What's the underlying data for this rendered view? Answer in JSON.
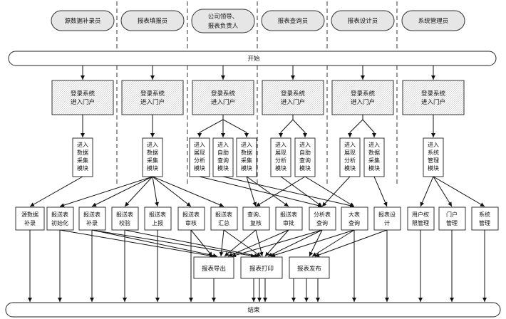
{
  "lanes": [
    {
      "label": [
        "源数据补录员"
      ]
    },
    {
      "label": [
        "报表填报员"
      ]
    },
    {
      "label": [
        "公司领导、",
        "报表负责人"
      ]
    },
    {
      "label": [
        "报表查询员"
      ]
    },
    {
      "label": [
        "报表设计员"
      ]
    },
    {
      "label": [
        "系统管理员"
      ]
    }
  ],
  "start_label": "开始",
  "end_label": "结束",
  "login_label": [
    "登录系统",
    "进入门户"
  ],
  "modules": [
    {
      "lines": [
        "进入",
        "数据",
        "采集",
        "模块"
      ]
    },
    {
      "lines": [
        "进入",
        "数据",
        "采集",
        "模块"
      ]
    },
    {
      "lines": [
        "进入",
        "展现",
        "分析",
        "模块"
      ]
    },
    {
      "lines": [
        "进入",
        "自助",
        "查询",
        "模块"
      ]
    },
    {
      "lines": [
        "进入",
        "数据",
        "采集",
        "模块"
      ]
    },
    {
      "lines": [
        "进入",
        "展现",
        "分析",
        "模块"
      ]
    },
    {
      "lines": [
        "进入",
        "自助",
        "查询",
        "模块"
      ]
    },
    {
      "lines": [
        "进入",
        "展现",
        "分析",
        "模块"
      ]
    },
    {
      "lines": [
        "进入",
        "数据",
        "采集",
        "模块"
      ]
    },
    {
      "lines": [
        "进入",
        "系统",
        "管理",
        "模块"
      ]
    }
  ],
  "functions": [
    {
      "lines": [
        "源数据",
        "补录"
      ]
    },
    {
      "lines": [
        "报送表",
        "初始化"
      ]
    },
    {
      "lines": [
        "报送表",
        "补录"
      ]
    },
    {
      "lines": [
        "报送表",
        "校验"
      ]
    },
    {
      "lines": [
        "报送表",
        "上报"
      ]
    },
    {
      "lines": [
        "报送表",
        "审核"
      ]
    },
    {
      "lines": [
        "报送表",
        "汇总"
      ]
    },
    {
      "lines": [
        "查询、",
        "复核"
      ]
    },
    {
      "lines": [
        "报送表",
        "审批"
      ]
    },
    {
      "lines": [
        "分析表",
        "查询"
      ]
    },
    {
      "lines": [
        "大表",
        "查询"
      ]
    },
    {
      "lines": [
        "报表设",
        "计"
      ]
    },
    {
      "lines": [
        "用户权",
        "限管理"
      ]
    },
    {
      "lines": [
        "门户",
        "管理"
      ]
    },
    {
      "lines": [
        "系统",
        "管理"
      ]
    }
  ],
  "outputs": [
    {
      "label": "报表导出"
    },
    {
      "label": "报表打印"
    },
    {
      "label": "报表发布"
    }
  ]
}
